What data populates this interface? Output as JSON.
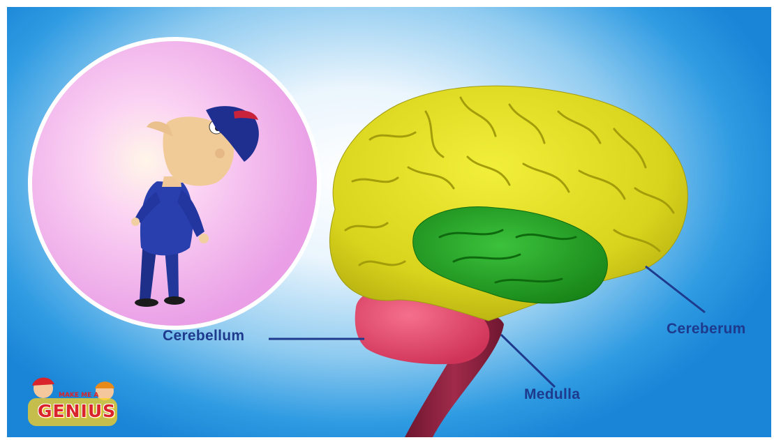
{
  "labels": {
    "cerebellum": "Cerebellum",
    "medulla": "Medulla",
    "cerebrum": "Cereberum"
  },
  "logo": {
    "brand_small": "MAKE ME A",
    "brand_word": "GENIUS"
  },
  "colors": {
    "cerebrum": "#e1dc1e",
    "temporal_region": "#1f9e1f",
    "cerebellum": "#e84a6a",
    "brainstem": "#8b1f3a",
    "label_text": "#1e3a8c",
    "bubble": "#f0b4ec",
    "background": "#2f9be2"
  }
}
